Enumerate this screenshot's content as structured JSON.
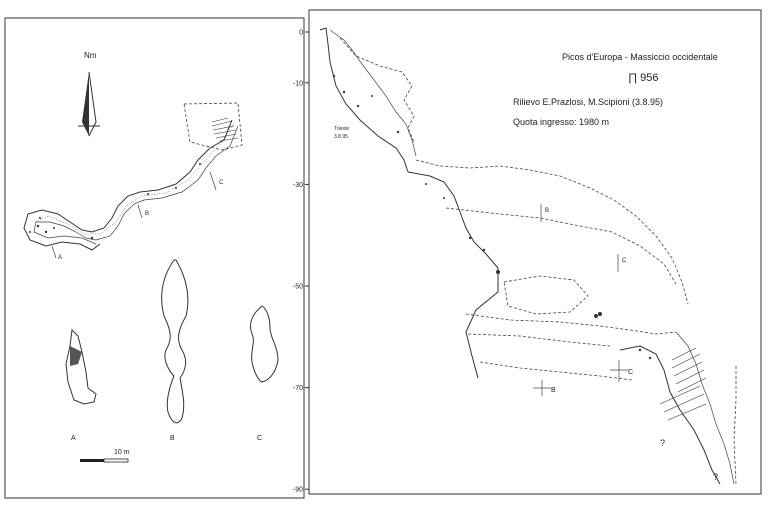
{
  "title": "Picos d'Europa - Massiccio occidentale",
  "cave_code": "∏ 956",
  "surveyors": "Rilievo E.Prazlosi, M.Scipioni (3.8.95)",
  "entrance_altitude": "Quota ingresso: 1980 m",
  "north_label": "Nm",
  "scale_label": "10 m",
  "section_labels": [
    "A",
    "B",
    "C"
  ],
  "depth_axis": {
    "ticks": [
      "0",
      "-10",
      "-30",
      "-50",
      "-70",
      "-90"
    ],
    "values": [
      0,
      -10,
      -30,
      -50,
      -70,
      -90
    ],
    "range": [
      0,
      -90
    ]
  },
  "marks": {
    "A": "A",
    "B": "B",
    "C": "C",
    "unknown": "?"
  },
  "survey_note": [
    "Trieste",
    "3.8.95"
  ]
}
